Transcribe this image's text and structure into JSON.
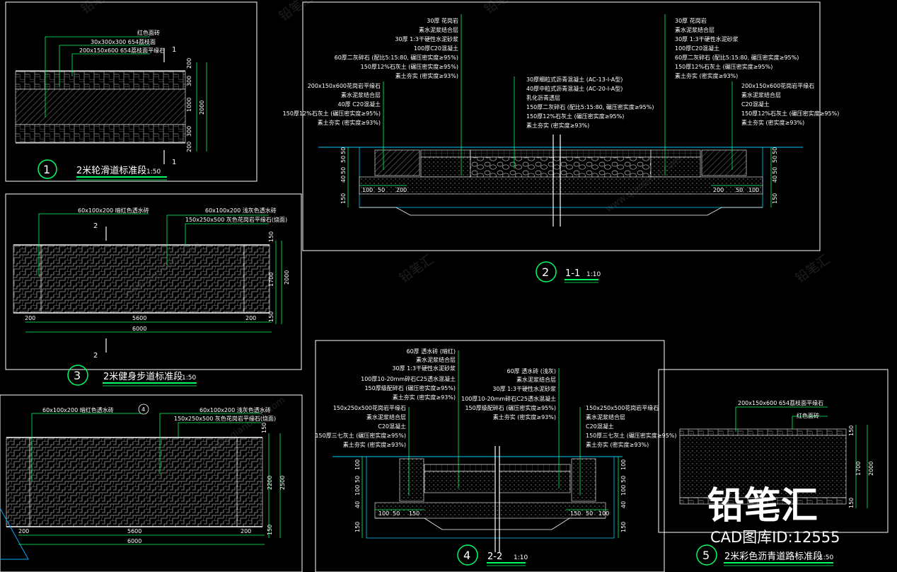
{
  "colors": {
    "background": "#000000",
    "frame": "#ffffff",
    "leader": "#00ff66",
    "dim": "#00ff66",
    "ground": "#00ccff",
    "hatch": "#9a9a9a",
    "text": "#ffffff"
  },
  "panel1": {
    "number": "1",
    "title": "2米轮滑道标准段",
    "scale": "1:50",
    "notes": [
      "红色面砖",
      "30x300x300 654荔枝面",
      "200x150x600 654荔枝面平缘石"
    ],
    "section_mark": "1",
    "dims": [
      "200",
      "300",
      "1000",
      "300",
      "200",
      "2000"
    ]
  },
  "panel2": {
    "number": "2",
    "title": "1-1",
    "scale": "1:10",
    "notes_left_top": [
      "30厚 花岗岩",
      "素水泥浆结合层",
      "30厚 1:3干硬性水泥砂浆",
      "100厚C20混凝土",
      "60厚二灰碎石 (配比5:15:80, 碾压密实度≥95%)",
      "150厚12%石灰土 (碾压密实度≥95%)",
      "素土夯实 (密实度≥93%)"
    ],
    "notes_left_mid": [
      "200x150x600花岗岩平缘石",
      "素水泥浆结合层",
      "40厚 C20混凝土",
      "150厚12%石灰土 (碾压密实度≥95%)",
      "素土夯实 (密实度≥93%)"
    ],
    "notes_center": [
      "30厚细粒式沥青混凝土 (AC-13-I-A型)",
      "40厚中粒式沥青混凝土 (AC-20-I-A型)",
      "乳化沥青透层",
      "150厚二灰碎石 (配比5:15:80, 碾压密实度≥95%)",
      "150厚12%石灰土 (碾压密实度≥95%)",
      "素土夯实 (密实度≥93%)"
    ],
    "notes_right_top": [
      "30厚 花岗岩",
      "素水泥浆结合层",
      "30厚 1:3干硬性水泥砂浆",
      "100厚C20混凝土",
      "60厚二灰碎石 (配比5:15:80, 碾压密实度≥95%)",
      "150厚12%石灰土 (碾压密实度≥95%)",
      "素土夯实 (密实度≥93%)"
    ],
    "notes_right_mid": [
      "200x150x600花岗岩平缘石",
      "素水泥浆结合层",
      "C20混凝土",
      "150厚12%石灰土 (碾压密实度≥95%)",
      "素土夯实 (密实度≥93%)"
    ],
    "dims_left": [
      "100",
      "50",
      "200"
    ],
    "dims_right": [
      "200",
      "50",
      "100"
    ],
    "dims_vert_left": [
      "150",
      "40",
      "50",
      "50",
      "50"
    ],
    "dims_vert_right": [
      "150",
      "40",
      "50",
      "50",
      "50"
    ]
  },
  "panel3": {
    "number": "3",
    "title": "2米健身步道标准段",
    "scale": "1:50",
    "notes": [
      "60x100x200 暗红色透水砖",
      "60x100x200 浅灰色透水砖",
      "150x250x500 灰色花岗岩平缘石(烧面)"
    ],
    "section_mark": "2",
    "dims_h": [
      "200",
      "5600",
      "200",
      "6000"
    ],
    "dims_v": [
      "150",
      "1700",
      "150",
      "2000"
    ]
  },
  "panel4": {
    "number": "4",
    "title": "2-2",
    "scale": "1:10",
    "notes_top_left": [
      "60厚 透水砖 (暗红)",
      "素水泥浆结合层",
      "30厚 1:3干硬性水泥砂浆",
      "100厚10-20mm碎石C25透水混凝土",
      "150厚级配碎石 (碾压密实度≥95%)",
      "素土夯实 (密实度≥93%)"
    ],
    "notes_mid_left": [
      "150x250x500花岗岩平缘石",
      "素水泥浆结合层",
      "C20混凝土",
      "150厚三七灰土 (碾压密实度≥95%)",
      "素土夯实 (密实度≥93%)"
    ],
    "notes_top_right": [
      "60厚 透水砖 (浅灰)",
      "素水泥浆结合层",
      "30厚 1:3干硬性水泥砂浆",
      "100厚10-20mm碎石C25透水混凝土",
      "150厚级配碎石 (碾压密实度≥95%)",
      "素土夯实 (密实度≥93%)"
    ],
    "notes_mid_right": [
      "150x250x500花岗岩平缘石",
      "素水泥浆结合层",
      "C20混凝土",
      "150厚三七灰土 (碾压密实度≥95%)",
      "素土夯实 (密实度≥93%)"
    ],
    "dims_left": [
      "100",
      "50",
      "150"
    ],
    "dims_right": [
      "150",
      "50",
      "100"
    ],
    "dims_vert_left": [
      "150",
      "40",
      "100",
      "50",
      "100"
    ],
    "dims_vert_right": [
      "150",
      "40",
      "100",
      "50",
      "100"
    ]
  },
  "panel5": {
    "number": "5",
    "title": "2米彩色沥青道路标准段",
    "scale": "1:50",
    "notes": [
      "200x150x600 654荔枝面平缘石",
      "红色面砖"
    ],
    "dims": [
      "150",
      "1700",
      "150",
      "2000"
    ]
  },
  "panel6": {
    "notes": [
      "60x100x200 暗红色透水砖",
      "60x100x200 浅灰色透水砖",
      "150x250x500 灰色花岗岩平缘石(烧面)"
    ],
    "section_mark": "4",
    "dims_h": [
      "200",
      "5600",
      "200",
      "6000"
    ],
    "dims_v": [
      "150",
      "2200",
      "150",
      "2500"
    ]
  },
  "watermark": {
    "brand": "铅笔汇",
    "caption": "CAD图库ID:12555",
    "site": "www.qianbihui.com"
  }
}
